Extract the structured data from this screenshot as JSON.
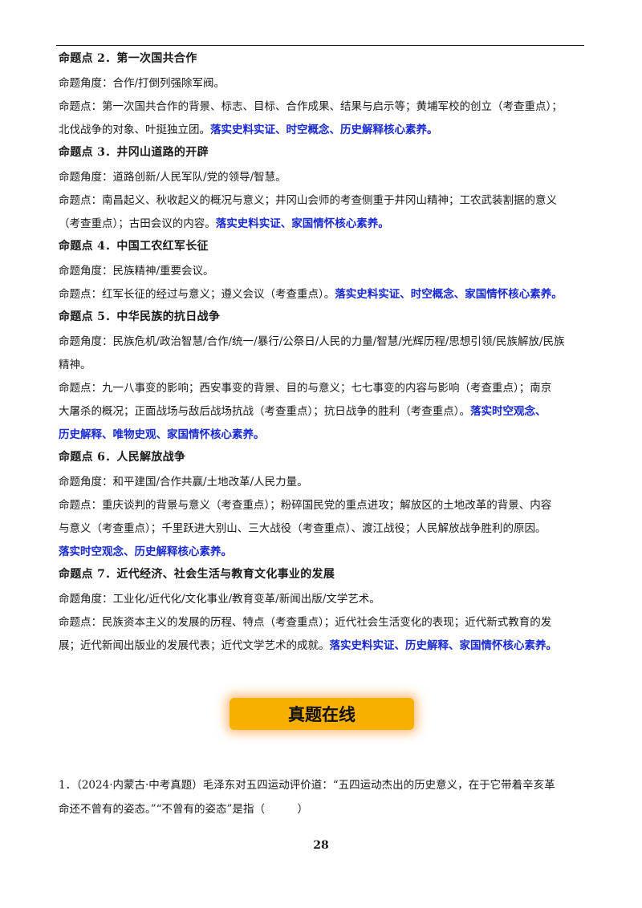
{
  "sections": [
    {
      "title": "命题点 2．第一次国共合作",
      "angle": "命题角度：合作/打倒列强除军阀。",
      "point_lines": [
        {
          "text": "命题点：第一次国共合作的背景、标志、目标、合作成果、结果与启示等；黄埔军校的创立（考查重点）；",
          "hl": ""
        },
        {
          "text": "北伐战争的对象、叶挺独立团。",
          "hl": "落实史料实证、时空概念、历史解释核心素养。"
        }
      ]
    },
    {
      "title": "命题点 3．井冈山道路的开辟",
      "angle": "命题角度：道路创新/人民军队/党的领导/智慧。",
      "point_lines": [
        {
          "text": "命题点：南昌起义、秋收起义的概况与意义；井冈山会师的考查侧重于井冈山精神；工农武装割据的意义",
          "hl": ""
        },
        {
          "text": "（考查重点）；古田会议的内容。",
          "hl": "落实史料实证、家国情怀核心素养。"
        }
      ]
    },
    {
      "title": "命题点 4．中国工农红军长征",
      "angle": "命题角度：民族精神/重要会议。",
      "point_lines": [
        {
          "text": "命题点：红军长征的经过与意义；遵义会议（考查重点）。",
          "hl": "落实史料实证、时空概念、家国情怀核心素养。"
        }
      ]
    },
    {
      "title": "命题点 5．中华民族的抗日战争",
      "angle": "命题角度：民族危机/政治智慧/合作/统一/暴行/公祭日/人民的力量/智慧/光辉历程/思想引领/民族解放/民族",
      "angle_cont": "精神。",
      "point_lines": [
        {
          "text": "命题点：九一八事变的影响；西安事变的背景、目的与意义；七七事变的内容与影响（考查重点）；南京",
          "hl": ""
        },
        {
          "text": "大屠杀的概况；正面战场与敌后战场抗战（考查重点）；抗日战争的胜利（考查重点）。",
          "hl": "落实时空观念、"
        },
        {
          "text": "",
          "hl": "历史解释、唯物史观、家国情怀核心素养。"
        }
      ]
    },
    {
      "title": "命题点 6．人民解放战争",
      "angle": "命题角度：和平建国/合作共赢/土地改革/人民力量。",
      "point_lines": [
        {
          "text": "命题点：重庆谈判的背景与意义（考查重点）；粉碎国民党的重点进攻；解放区的土地改革的背景、内容",
          "hl": ""
        },
        {
          "text": "与意义（考查重点）；千里跃进大别山、三大战役（考查重点）、渡江战役；人民解放战争胜利的原因。",
          "hl": ""
        },
        {
          "text": "",
          "hl": "落实时空观念、历史解释核心素养。"
        }
      ]
    },
    {
      "title": "命题点 7．近代经济、社会生活与教育文化事业的发展",
      "angle": "命题角度：工业化/近代化/文化事业/教育变革/新闻出版/文学艺术。",
      "point_lines": [
        {
          "text": "命题点：民族资本主义的发展的历程、特点（考查重点）；近代社会生活变化的表现；近代新式教育的发",
          "hl": ""
        },
        {
          "text": "展；近代新闻出版业的发展代表；近代文学艺术的成就。",
          "hl": "落实史料实证、历史解释、家国情怀核心素养。"
        }
      ]
    }
  ],
  "banner": {
    "label": "真题在线"
  },
  "question": {
    "line1": "1．（2024·内蒙古·中考真题）毛泽东对五四运动评价道：“五四运动杰出的历史意义，在于它带着辛亥革",
    "line2": "命还不曾有的姿态。”“不曾有的姿态”是指（　　　）"
  },
  "page_number": "28",
  "colors": {
    "highlight": "#1a2bd6",
    "banner": "#f7b000",
    "banner_glow": "#ff9628"
  }
}
